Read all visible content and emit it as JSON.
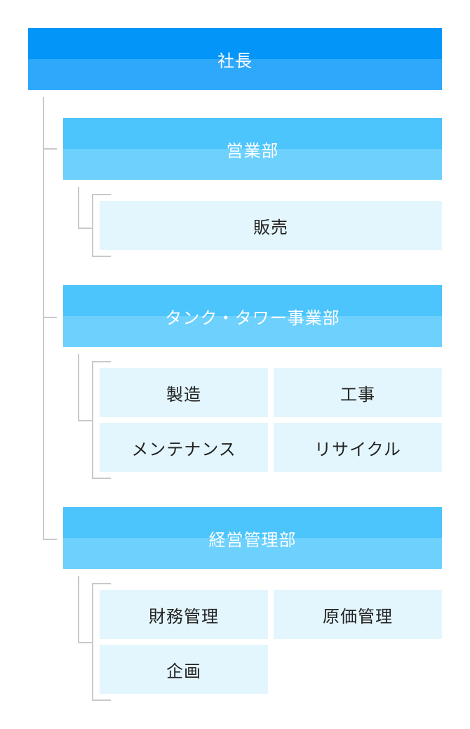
{
  "ceo": {
    "label": "社長"
  },
  "departments": [
    {
      "label": "営業部",
      "units": [
        "販売"
      ]
    },
    {
      "label": "タンク・タワー事業部",
      "units": [
        "製造",
        "工事",
        "メンテナンス",
        "リサイクル"
      ]
    },
    {
      "label": "経営管理部",
      "units": [
        "財務管理",
        "原価管理",
        "企画"
      ]
    }
  ],
  "colors": {
    "ceo_top": "#0395f8",
    "ceo_bottom": "#2ea8fb",
    "dept_top": "#4cc4fc",
    "dept_bottom": "#6dd0fd",
    "unit_bg": "#e3f6fd",
    "connector": "#c9c9c9"
  }
}
